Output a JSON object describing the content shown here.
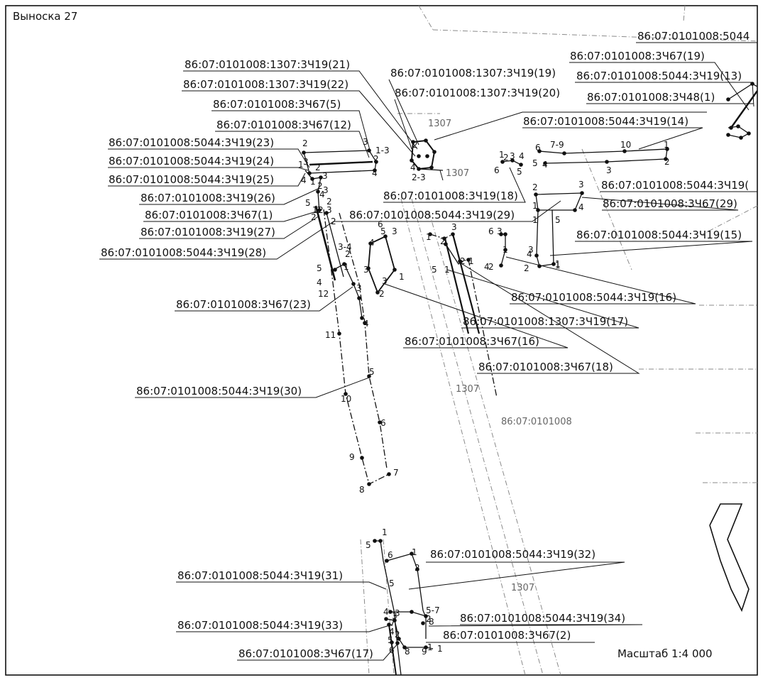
{
  "title": "Выноска 27",
  "scale": "Масштаб 1:4 000",
  "block_numbers": [
    "1307",
    "1307",
    "1307",
    "1307",
    "86:07:0101008"
  ],
  "labels": [
    "86:07:0101008:5044",
    "86:07:0101008:3Ч67(19)",
    "86:07:0101008:5044:3Ч19(13)",
    "86:07:0101008:3Ч48(1)",
    "86:07:0101008:5044:3Ч19(14)",
    "86:07:0101008:5044:3Ч19(",
    "86:07:0101008:3Ч67(29)",
    "86:07:0101008:5044:3Ч19(15)",
    "86:07:0101008:1307:3Ч19(21)",
    "86:07:0101008:1307:3Ч19(22)",
    "86:07:0101008:3Ч67(5)",
    "86:07:0101008:3Ч67(12)",
    "86:07:0101008:1307:3Ч19(19)",
    "86:07:0101008:1307:3Ч19(20)",
    "86:07:0101008:5044:3Ч19(23)",
    "86:07:0101008:5044:3Ч19(24)",
    "86:07:0101008:5044:3Ч19(25)",
    "86:07:0101008:3Ч19(26)",
    "86:07:0101008:3Ч67(1)",
    "86:07:0101008:3Ч19(27)",
    "86:07:0101008:5044:3Ч19(28)",
    "86:07:0101008:3Ч19(18)",
    "86:07:0101008:5044:3Ч19(29)",
    "86:07:0101008:3Ч67(23)",
    "86:07:0101008:5044:3Ч19(16)",
    "86:07:0101008:1307:3Ч19(17)",
    "86:07:0101008:3Ч67(16)",
    "86:07:0101008:3Ч67(18)",
    "86:07:0101008:5044:3Ч19(30)",
    "86:07:0101008:5044:3Ч19(32)",
    "86:07:0101008:5044:3Ч19(31)",
    "86:07:0101008:5044:3Ч19(34)",
    "86:07:0101008:5044:3Ч19(33)",
    "86:07:0101008:3Ч67(2)",
    "86:07:0101008:3Ч67(17)"
  ],
  "point_numbers": [
    "2",
    "3",
    "1-3",
    "2",
    "4",
    "1",
    "3",
    "4",
    "2",
    "3",
    "1",
    "2",
    "4",
    "3",
    "2",
    "5",
    "1",
    "2",
    "2",
    "3",
    "1",
    "2",
    "2",
    "4",
    "2-3",
    "1",
    "2",
    "3",
    "4",
    "6",
    "5",
    "6",
    "7-9",
    "10",
    "1",
    "5",
    "4",
    "3",
    "2",
    "2",
    "3",
    "1",
    "4",
    "5",
    "1",
    "4",
    "3",
    "1",
    "2",
    "1",
    "3-4",
    "2",
    "1",
    "5",
    "3",
    "4",
    "1",
    "3",
    "2",
    "12",
    "3",
    "11",
    "4",
    "10",
    "5",
    "6",
    "9",
    "7",
    "8",
    "5",
    "4",
    "6",
    "3",
    "1",
    "2",
    "3",
    "1",
    "2",
    "5",
    "1",
    "6",
    "4",
    "3",
    "1",
    "2",
    "5",
    "1",
    "6",
    "1",
    "2",
    "5",
    "4",
    "3",
    "3",
    "5-7",
    "8",
    "7",
    "4",
    "2",
    "2",
    "5",
    "6",
    "1",
    "8",
    "9",
    "1",
    "5",
    "6",
    "2",
    "3",
    "1",
    "4"
  ]
}
